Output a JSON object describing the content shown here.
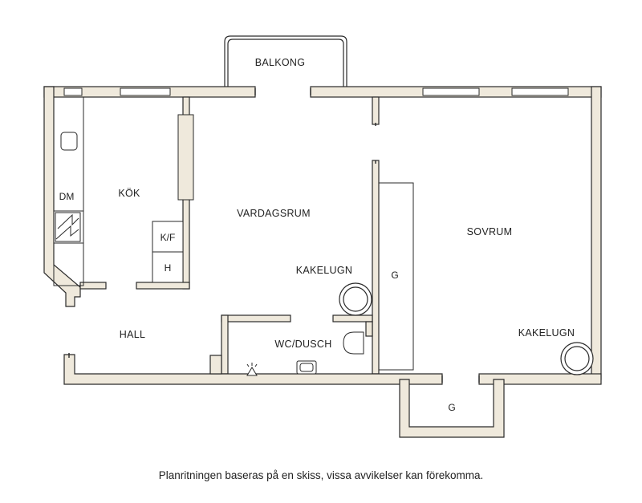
{
  "plan": {
    "colors": {
      "wall": "#efe9dc",
      "wall_edge": "#2a2a2a",
      "line": "#2a2a2a",
      "background": "#ffffff"
    },
    "rooms": {
      "balcony": "BALKONG",
      "kitchen": "KÖK",
      "living_room": "VARDAGSRUM",
      "bedroom": "SOVRUM",
      "hall": "HALL",
      "bathroom": "WC/DUSCH"
    },
    "fixtures": {
      "dishwasher": "DM",
      "fridge_freezer": "K/F",
      "oven": "H",
      "stove_living": "KAKELUGN",
      "stove_bedroom": "KAKELUGN",
      "wardrobe_bedroom": "G",
      "wardrobe_closet": "G"
    }
  },
  "disclaimer": "Planritningen baseras på en skiss, vissa avvikelser kan förekomma."
}
